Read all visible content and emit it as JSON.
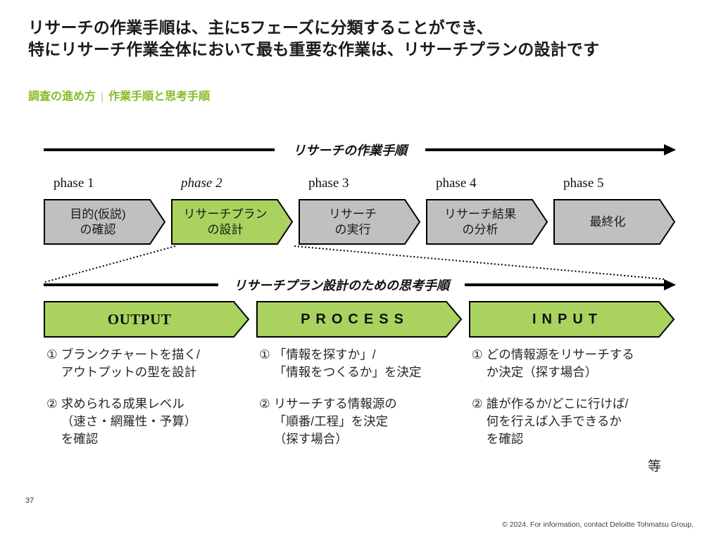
{
  "title": {
    "line1": "リサーチの作業手順は、主に5フェーズに分類することができ、",
    "line2": "特にリサーチ作業全体において最も重要な作業は、リサーチプランの設計です"
  },
  "subtitle": {
    "section": "調査の進め方",
    "separator": "|",
    "topic": "作業手順と思考手順"
  },
  "colors": {
    "accent_green": "#86bc25",
    "chevron_green": "#a9d35e",
    "chevron_gray": "#c0c0c0",
    "border_black": "#000000"
  },
  "process_header": {
    "label": "リサーチの作業手順"
  },
  "phases": [
    {
      "label": "phase 1",
      "text": "目的(仮説)\nの確認"
    },
    {
      "label": "phase 2",
      "text": "リサーチプラン\nの設計"
    },
    {
      "label": "phase 3",
      "text": "リサーチ\nの実行"
    },
    {
      "label": "phase 4",
      "text": "リサーチ結果\nの分析"
    },
    {
      "label": "phase 5",
      "text": "最終化"
    }
  ],
  "thinking_header": {
    "label": "リサーチプラン設計のための思考手順"
  },
  "steps": [
    {
      "title": "OUTPUT",
      "items": [
        {
          "marker": "①",
          "text": "ブランクチャートを描く/\nアウトプットの型を設計"
        },
        {
          "marker": "②",
          "text": "求められる成果レベル\n（速さ・網羅性・予算）\nを確認"
        }
      ]
    },
    {
      "title": "PROCESS",
      "items": [
        {
          "marker": "①",
          "text": "「情報を探すか」/\n「情報をつくるか」を決定"
        },
        {
          "marker": "②",
          "text": "リサーチする情報源の\n「順番/工程」を決定\n（探す場合）"
        }
      ]
    },
    {
      "title": "INPUT",
      "items": [
        {
          "marker": "①",
          "text": "どの情報源をリサーチする\nか決定（探す場合）"
        },
        {
          "marker": "②",
          "text": "誰が作るか/どこに行けば/\n何を行えば入手できるか\nを確認"
        }
      ]
    }
  ],
  "etc_label": "等",
  "footer": {
    "page_number": "37",
    "copyright": "© 2024. For information, contact Deloitte Tohmatsu Group."
  }
}
